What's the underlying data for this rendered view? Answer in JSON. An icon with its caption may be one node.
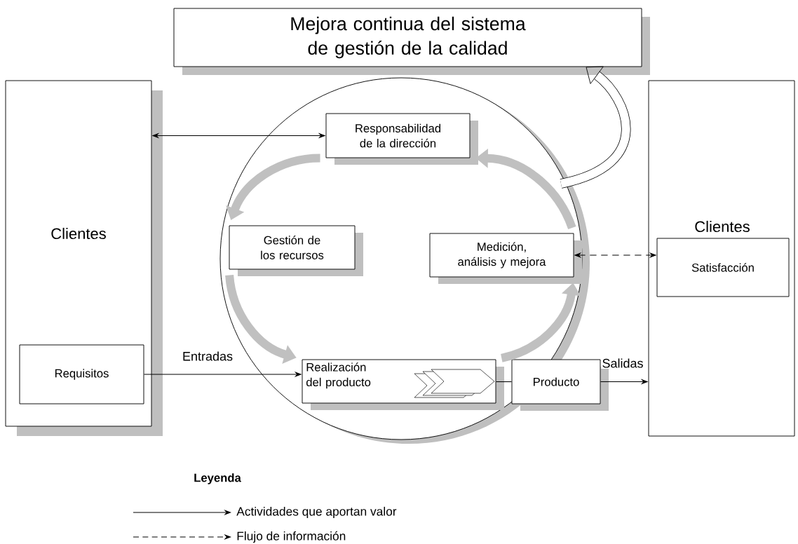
{
  "diagram": {
    "nodes": [
      {
        "text": [
          "Mejora continua del sistema de gestión de la calidad"
        ]
      },
      {
        "text": [
          "Clientes"
        ]
      },
      {
        "text": [
          "Requisitos"
        ],
        "in": 1
      },
      {
        "text": [
          "Responsabilidad de la dirección"
        ]
      },
      {
        "text": [
          "Gestión de los recursos"
        ]
      },
      {
        "text": [
          "Medición, análisis y mejora"
        ]
      },
      {
        "text": [
          "Realización del producto"
        ]
      },
      {
        "text": [
          "Producto"
        ]
      },
      {
        "text": [
          "Clientes"
        ]
      },
      {
        "text": [
          "Satisfacción"
        ],
        "in": 8
      }
    ],
    "edges": [
      {
        "from": 1,
        "to": 3,
        "arrow": "both"
      },
      {
        "from": 3,
        "to": 4,
        "arrow": "to",
        "style": "thick",
        "color": "#c0c0c0"
      },
      {
        "from": 4,
        "to": 6,
        "arrow": "to",
        "style": "thick",
        "color": "#c0c0c0"
      },
      {
        "from": 6,
        "to": 5,
        "arrow": "to",
        "style": "thick",
        "color": "#c0c0c0"
      },
      {
        "from": 5,
        "to": 3,
        "arrow": "to",
        "style": "thick",
        "color": "#c0c0c0"
      },
      {
        "from": 5,
        "to": 9,
        "arrow": "both",
        "style": "dashed"
      },
      {
        "from": 2,
        "to": 6,
        "arrow": "to",
        "label": "Entradas"
      },
      {
        "from": 6,
        "to": 7,
        "arrow": "none"
      },
      {
        "from": 7,
        "to": 8,
        "arrow": "to",
        "label": "Salidas"
      },
      {
        "from": null,
        "to": 0,
        "arrow": "to",
        "style": "thick"
      }
    ],
    "labels": [
      "Leyenda"
    ],
    "legend": [
      {
        "text": "Actividades que aportan valor"
      },
      {
        "text": "Flujo de información"
      }
    ]
  }
}
